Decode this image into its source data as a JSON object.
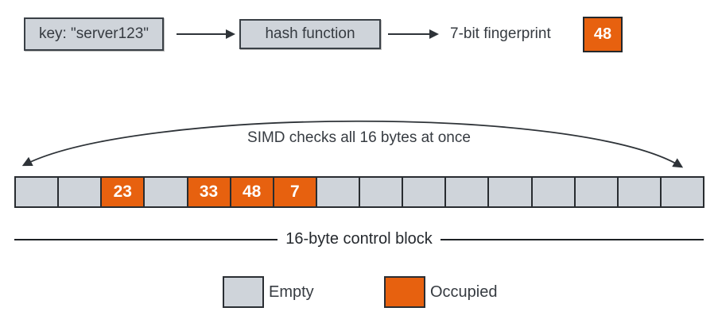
{
  "colors": {
    "empty_fill": "#cfd4da",
    "occupied_fill": "#e7610f",
    "border_dark": "#2e3338",
    "text": "#363b41"
  },
  "flow": {
    "key_label": "key: \"server123\"",
    "hash_label": "hash function",
    "fingerprint_label": "7-bit fingerprint",
    "fingerprint_value": "48"
  },
  "simd_caption": "SIMD checks all 16 bytes at once",
  "control_block": {
    "label": "16-byte control block",
    "cells": [
      {
        "value": "",
        "state": "empty"
      },
      {
        "value": "",
        "state": "empty"
      },
      {
        "value": "23",
        "state": "occupied"
      },
      {
        "value": "",
        "state": "empty"
      },
      {
        "value": "33",
        "state": "occupied"
      },
      {
        "value": "48",
        "state": "occupied"
      },
      {
        "value": "7",
        "state": "occupied"
      },
      {
        "value": "",
        "state": "empty"
      },
      {
        "value": "",
        "state": "empty"
      },
      {
        "value": "",
        "state": "empty"
      },
      {
        "value": "",
        "state": "empty"
      },
      {
        "value": "",
        "state": "empty"
      },
      {
        "value": "",
        "state": "empty"
      },
      {
        "value": "",
        "state": "empty"
      },
      {
        "value": "",
        "state": "empty"
      },
      {
        "value": "",
        "state": "empty"
      }
    ]
  },
  "legend": [
    {
      "label": "Empty",
      "state": "empty"
    },
    {
      "label": "Occupied",
      "state": "occupied"
    }
  ]
}
